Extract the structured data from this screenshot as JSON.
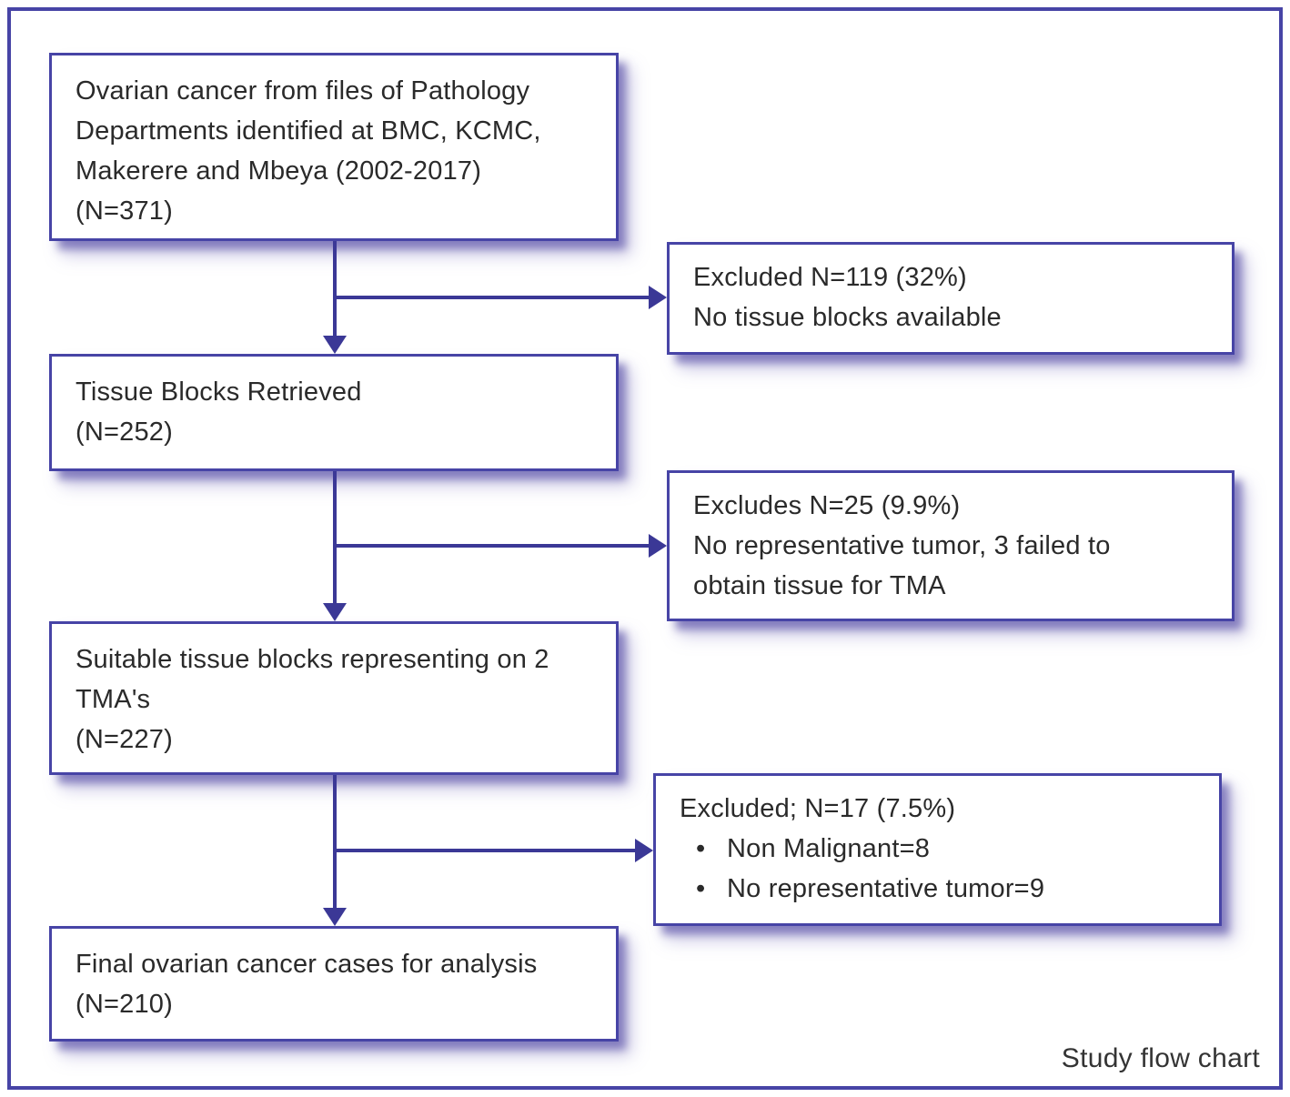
{
  "diagram": {
    "caption": "Study flow chart",
    "colors": {
      "line": "#3b3896",
      "box_border": "#4744a6",
      "shadow": "#6a62b0",
      "text": "#2a2a2a"
    },
    "boxes": {
      "identified": {
        "text": "Ovarian cancer from files of Pathology\nDepartments identified at BMC, KCMC,\nMakerere and Mbeya (2002-2017)\n(N=371)",
        "n": 371
      },
      "excluded1": {
        "text": "Excluded N=119 (32%)\nNo tissue blocks available",
        "n": 119,
        "percent": "32%"
      },
      "retrieved": {
        "text": "Tissue Blocks Retrieved\n(N=252)",
        "n": 252
      },
      "excluded2": {
        "text": "Excludes N=25 (9.9%)\nNo representative tumor, 3 failed to\nobtain tissue for TMA",
        "n": 25,
        "percent": "9.9%"
      },
      "suitable": {
        "text": "Suitable tissue blocks representing on 2\nTMA's\n(N=227)",
        "n": 227
      },
      "excluded3": {
        "title": "Excluded; N=17 (7.5%)",
        "bullets": [
          "Non Malignant=8",
          "No representative tumor=9"
        ],
        "n": 17,
        "percent": "7.5%"
      },
      "final": {
        "text": "Final ovarian cancer cases for analysis\n(N=210)",
        "n": 210
      }
    }
  }
}
